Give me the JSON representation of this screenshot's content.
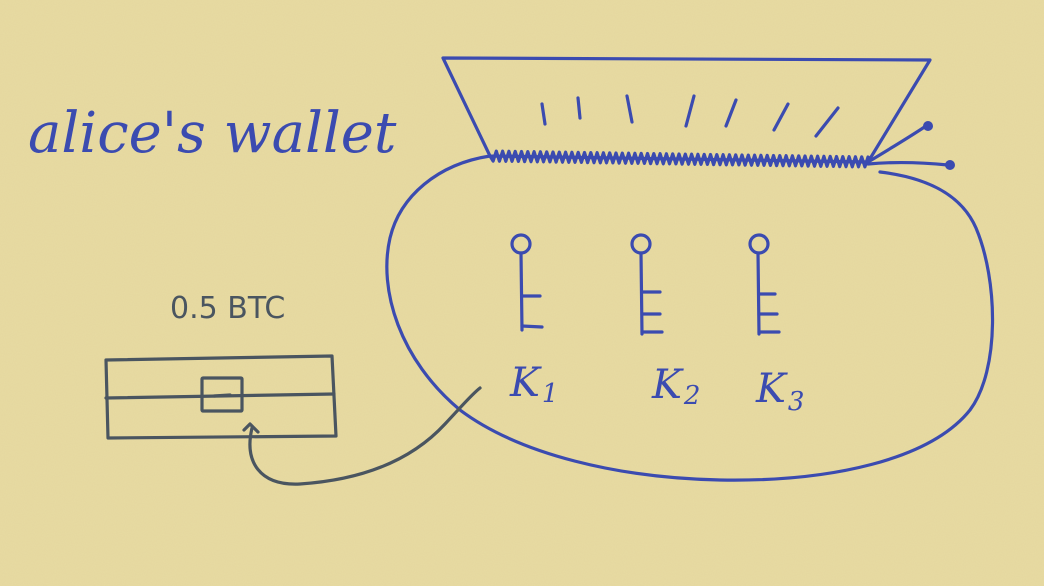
{
  "wallet": {
    "title": "alice's wallet",
    "keys": [
      {
        "label": "K",
        "index": "1"
      },
      {
        "label": "K",
        "index": "2"
      },
      {
        "label": "K",
        "index": "3"
      }
    ]
  },
  "coin": {
    "amount_label": "0.5 BTC"
  },
  "colors": {
    "paper": "#e8dba2",
    "wallet_ink": "#3b4bb0",
    "coin_ink": "#4a5560"
  }
}
